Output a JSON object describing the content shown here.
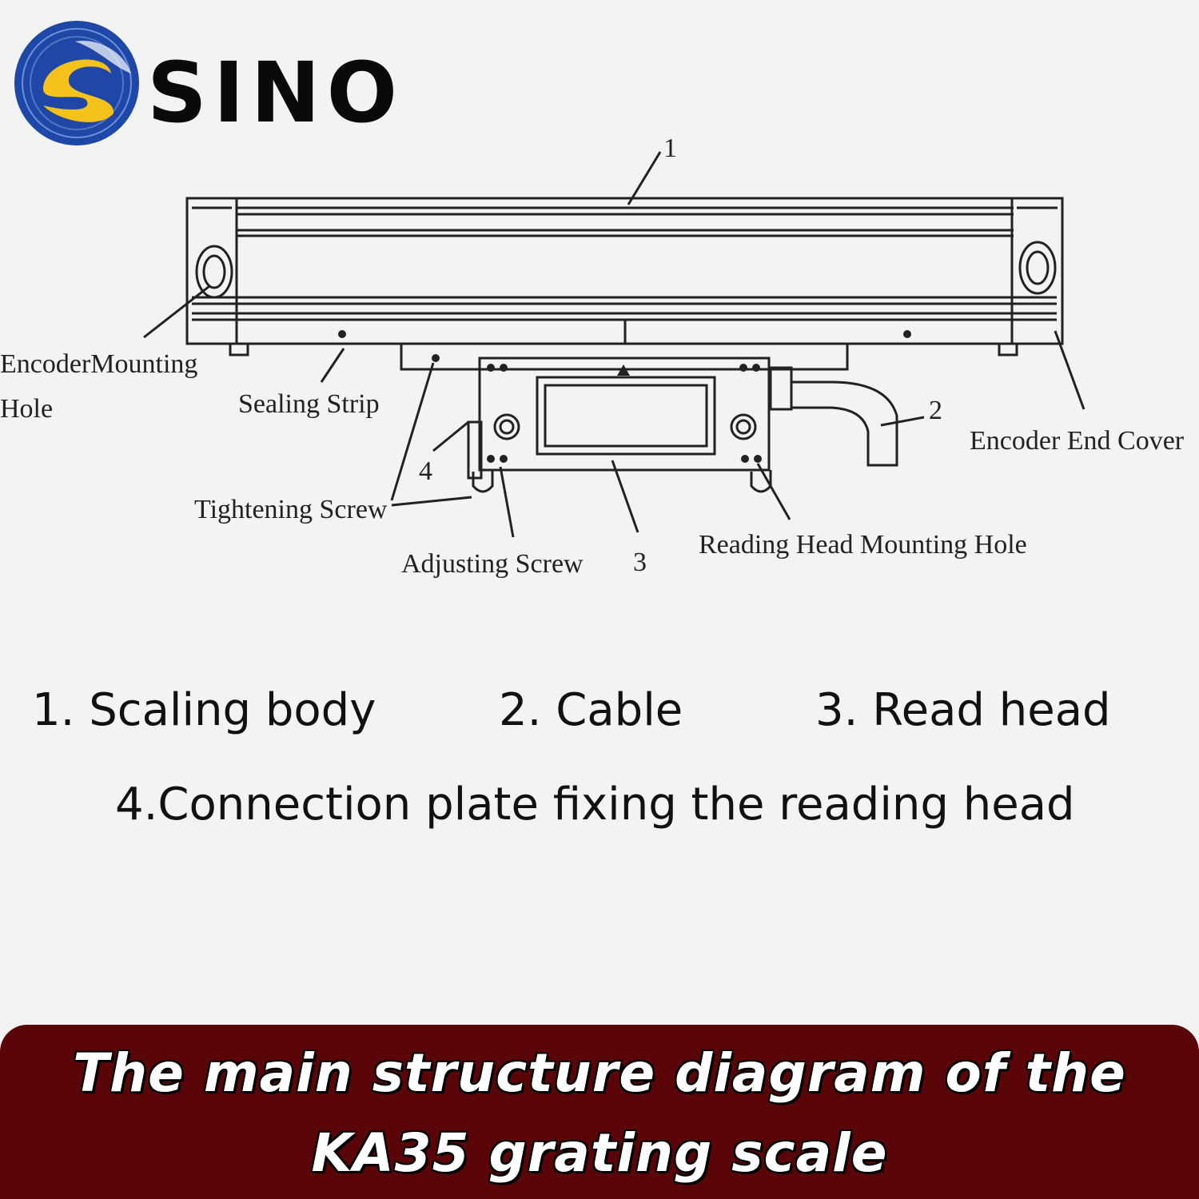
{
  "brand": {
    "logo_text": "SINO",
    "colors": {
      "blue": "#1f47a8",
      "yellow": "#f4c21a",
      "black": "#0a0a0a"
    }
  },
  "diagram": {
    "callouts": {
      "c1": "1",
      "c2": "2",
      "c3": "3",
      "c4": "4"
    },
    "labels": {
      "encoder_mounting_hole_1": "EncoderMounting",
      "encoder_mounting_hole_2": "Hole",
      "sealing_strip": "Sealing Strip",
      "encoder_end_cover": "Encoder End Cover",
      "tightening_screw": "Tightening Screw",
      "adjusting_screw": "Adjusting Screw",
      "reading_head_mounting_hole": "Reading Head Mounting Hole"
    }
  },
  "legend": {
    "item1": "1. Scaling body",
    "item2": "2. Cable",
    "item3": "3. Read head",
    "item4": "4.Connection plate fixing the reading head"
  },
  "banner": {
    "line1": "The main structure diagram of the",
    "line2": "KA35 grating scale",
    "background": "#5a0508"
  }
}
